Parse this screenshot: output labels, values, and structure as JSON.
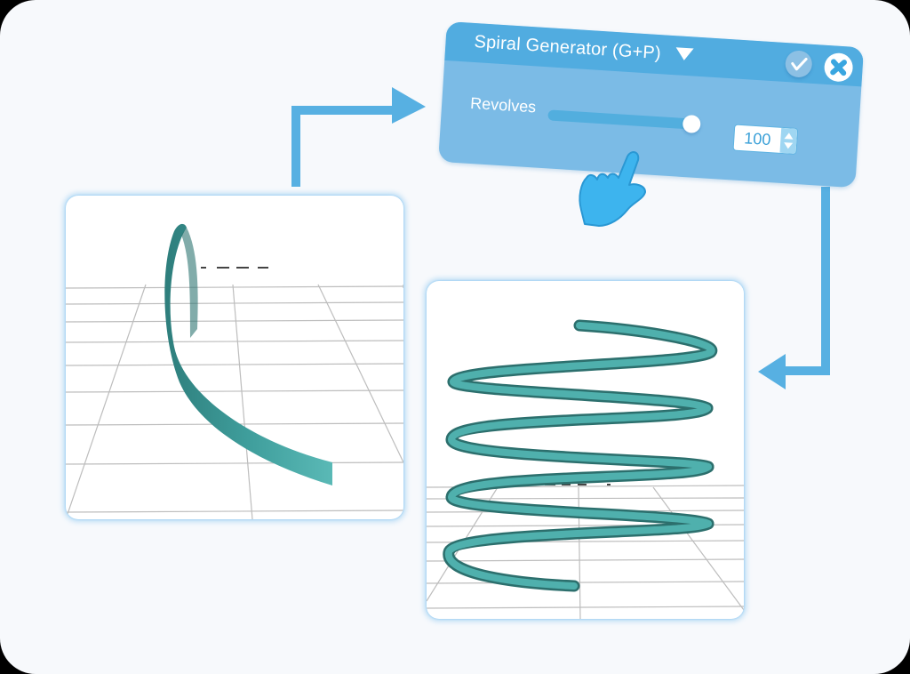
{
  "panel": {
    "title": "Spiral Generator (G+P)",
    "dropdown_icon": "caret-down-icon",
    "confirm_icon": "check-icon",
    "close_icon": "close-x-icon",
    "fields": [
      {
        "label": "Revolves",
        "control": "slider",
        "slider_position": "max",
        "value": "100"
      }
    ]
  },
  "viewports": {
    "before": {
      "description": "3D viewport showing a single curved teal spiral segment over a grid floor"
    },
    "after": {
      "description": "3D viewport showing a teal helix spring with multiple revolutions over a grid floor"
    }
  },
  "colors": {
    "background": "#f7f9fc",
    "panel_body": "#7bbbe6",
    "panel_header": "#51ace0",
    "arrow": "#57b0e2",
    "hand": "#3db4ee",
    "model_teal": "#3f9e9c",
    "value_text": "#3aa0d8"
  },
  "icons": {
    "pointer": "pointing-hand-icon",
    "flow_arrow_1": "arrow-right-icon",
    "flow_arrow_2": "arrow-left-icon"
  }
}
